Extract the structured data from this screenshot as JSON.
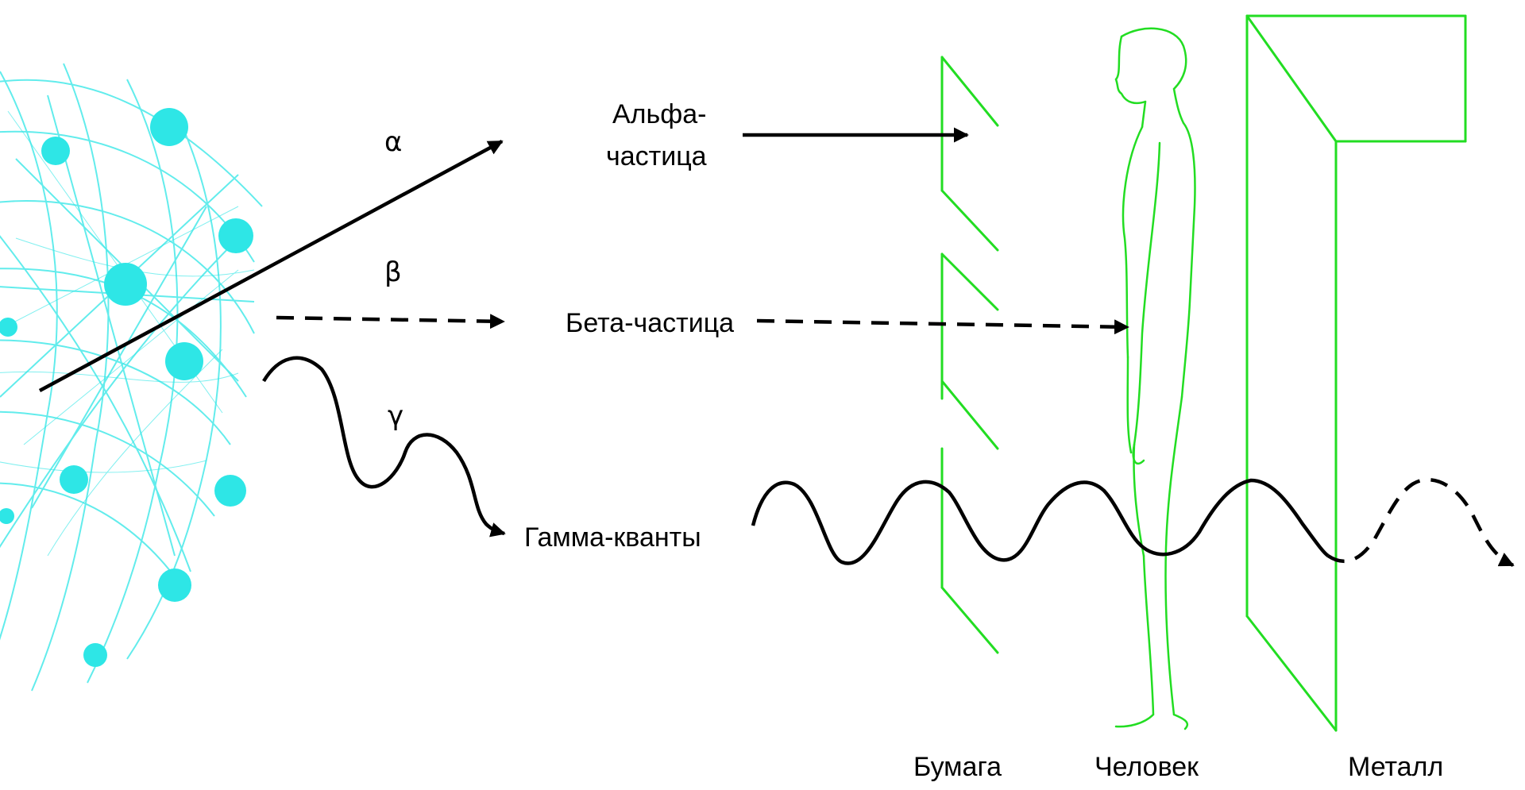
{
  "symbols": {
    "alpha": "α",
    "beta": "β",
    "gamma": "γ"
  },
  "particles": {
    "alpha_line1": "Альфа-",
    "alpha_line2": "частица",
    "beta": "Бета-частица",
    "gamma": "Гамма-кванты"
  },
  "barriers": {
    "paper": "Бумага",
    "human": "Человек",
    "metal": "Металл"
  },
  "colors": {
    "nucleus": "#2ee6e6",
    "barrier": "#22dd22",
    "ray": "#000000"
  },
  "icons": {
    "source": "atomic-nucleus-icon",
    "person": "human-figure-icon"
  }
}
